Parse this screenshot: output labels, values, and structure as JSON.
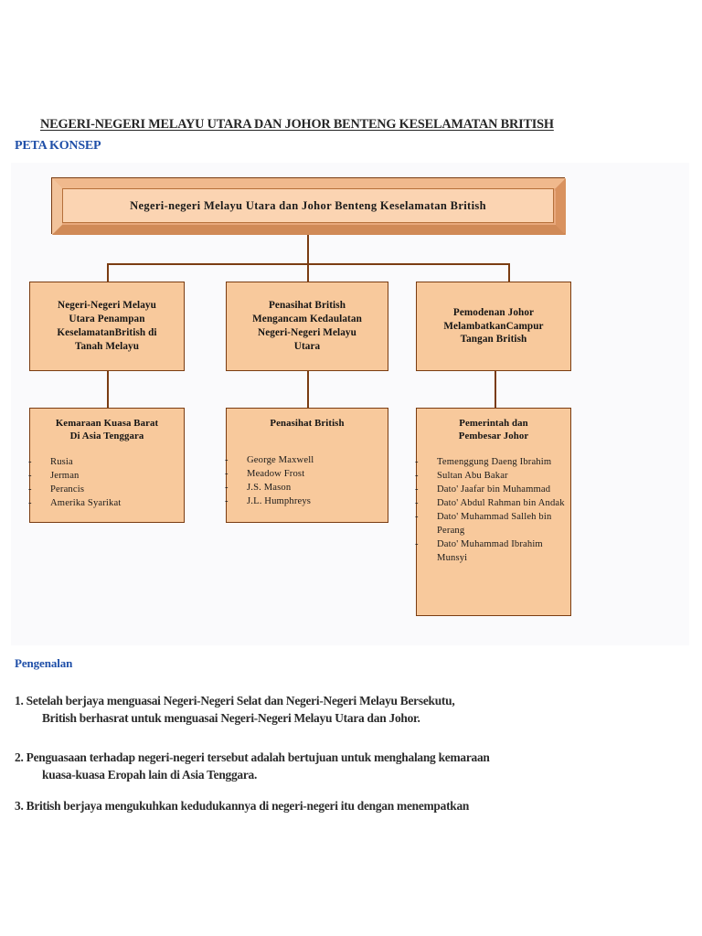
{
  "document": {
    "title": "NEGERI-NEGERI MELAYU UTARA DAN JOHOR BENTENG KESELAMATAN BRITISH",
    "section_heading": "PETA KONSEP",
    "intro_heading": "Pengenalan"
  },
  "colors": {
    "box_fill": "#F8C99B",
    "box_border": "#7A3C12",
    "root_frame_fill": "#E8A87C",
    "root_inner_fill": "#FBD4B2",
    "heading_blue": "#1F4FA8",
    "panel_bg": "#FAFAFC",
    "text": "#1A1A1A"
  },
  "concept_map": {
    "root": {
      "label": "Negeri-negeri Melayu Utara dan Johor Benteng Keselamatan British"
    },
    "branches": [
      {
        "title": "Negeri-Negeri Melayu Utara Penampan KeselamatanBritish di Tanah Melayu",
        "title_lines": [
          "Negeri-Negeri Melayu",
          "Utara Penampan",
          "KeselamatanBritish di",
          "Tanah Melayu"
        ],
        "child": {
          "title_lines": [
            "Kemaraan Kuasa Barat",
            "Di Asia Tenggara"
          ],
          "items": [
            "Rusia",
            "Jerman",
            "Perancis",
            "Amerika Syarikat"
          ]
        }
      },
      {
        "title": "Penasihat British Mengancam Kedaulatan Negeri-Negeri Melayu Utara",
        "title_lines": [
          "Penasihat British",
          "Mengancam Kedaulatan",
          "Negeri-Negeri Melayu",
          "Utara"
        ],
        "child": {
          "title_lines": [
            "Penasihat British"
          ],
          "items": [
            "George Maxwell",
            "Meadow Frost",
            "J.S. Mason",
            "J.L. Humphreys"
          ]
        }
      },
      {
        "title": "Pemodenan Johor MelambatkanCampur Tangan British",
        "title_lines": [
          "Pemodenan Johor",
          "MelambatkanCampur",
          "Tangan British"
        ],
        "child": {
          "title_lines": [
            "Pemerintah dan",
            "Pembesar Johor"
          ],
          "items": [
            "Temenggung Daeng Ibrahim",
            "Sultan Abu Bakar",
            "Dato' Jaafar bin Muhammad",
            "Dato' Abdul Rahman bin Andak",
            "Dato' Muhammad Salleh bin Perang",
            "Dato' Muhammad Ibrahim Munsyi"
          ]
        }
      }
    ]
  },
  "intro_points": [
    {
      "number": "1.",
      "line1": "Setelah berjaya menguasai Negeri-Negeri Selat dan Negeri-Negeri Melayu Bersekutu,",
      "line2": "British berhasrat untuk menguasai Negeri-Negeri Melayu Utara dan Johor."
    },
    {
      "number": "2.",
      "line1": "Penguasaan terhadap negeri-negeri tersebut adalah bertujuan untuk menghalang kemaraan",
      "line2": "kuasa-kuasa Eropah lain di Asia Tenggara."
    },
    {
      "number": "3.",
      "line1": "British berjaya mengukuhkan kedudukannya di negeri-negeri itu dengan menempatkan",
      "line2": ""
    }
  ]
}
